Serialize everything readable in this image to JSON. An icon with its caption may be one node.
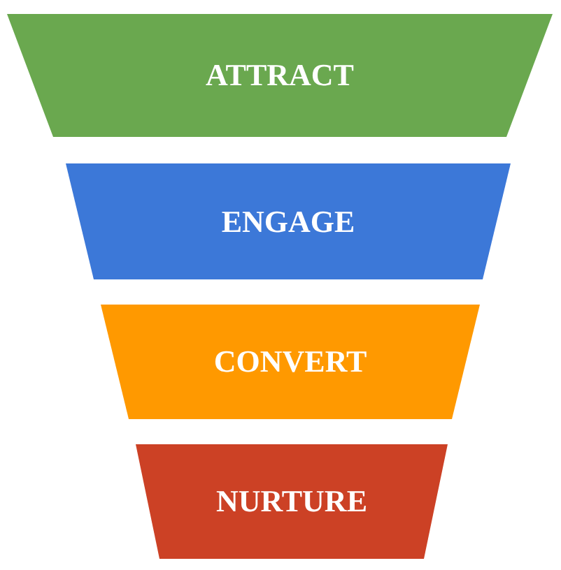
{
  "diagram": {
    "nodes": [
      {
        "text": [
          "ATTRACT"
        ]
      },
      {
        "text": [
          "ENGAGE"
        ]
      },
      {
        "text": [
          "CONVERT"
        ]
      },
      {
        "text": [
          "NURTURE"
        ]
      }
    ]
  }
}
